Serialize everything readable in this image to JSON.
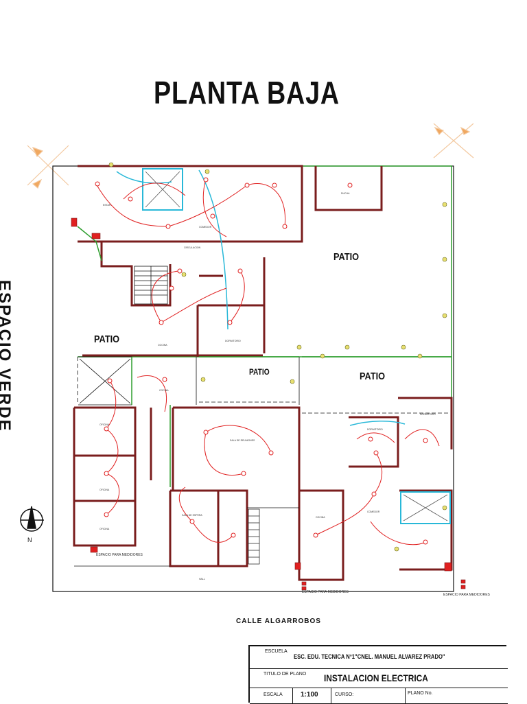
{
  "plan": {
    "title": "PLANTA BAJA",
    "side_label": "ESPACIO VERDE",
    "street": "CALLE ALGARROBOS",
    "north": "N",
    "patios": [
      "PATIO",
      "PATIO",
      "PATIO",
      "PATIO"
    ],
    "meter_space": "ESPACIO PARA MEDIDORES"
  },
  "titleblock": {
    "escuela_caption": "ESCUELA",
    "escuela_value": "ESC.    EDU. TECNICA N°1\"CNEL. MANUEL ALVAREZ PRADO\"",
    "titulo_caption": "TITULO DE PLANO",
    "titulo_value": "INSTALACION ELECTRICA",
    "escala_caption": "ESCALA",
    "escala_value": "1:100",
    "curso_caption": "CURSO:",
    "plano_caption": "PLANO No."
  },
  "colors": {
    "wall": "#7a1d1d",
    "circuit": "#e02020",
    "ground": "#2e9e2e",
    "water": "#28b8d8",
    "outline": "#111111"
  }
}
